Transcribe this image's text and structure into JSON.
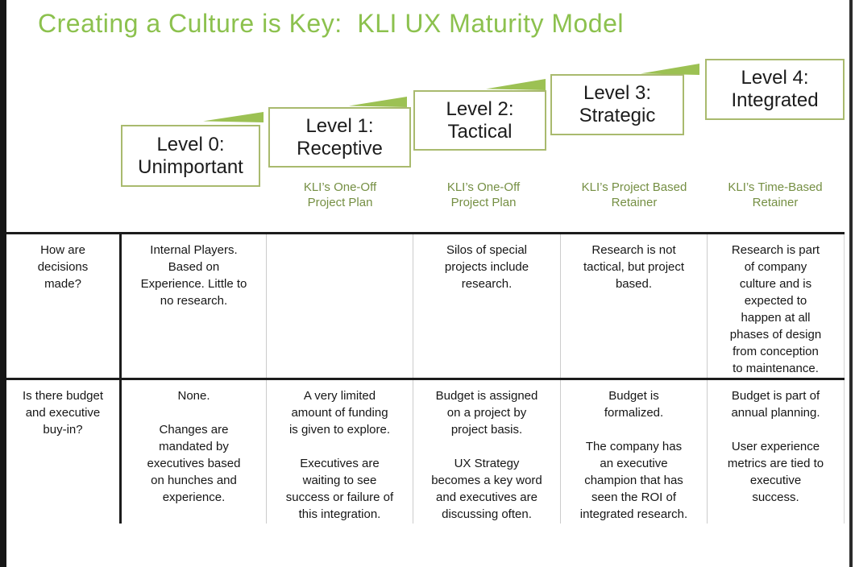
{
  "title": {
    "text": "Creating a Culture is Key:  KLI UX Maturity Model",
    "color": "#8cc14e"
  },
  "colors": {
    "title_green": "#8cc14e",
    "box_border_olive": "#a9ba6e",
    "wedge_green": "#9cc153",
    "subtitle_green": "#758f43",
    "heavy_line": "#1c1c1c",
    "light_line": "#cccccc",
    "body_text": "#161616",
    "background": "#ffffff"
  },
  "levels": [
    {
      "name": "Level 0:\nUnimportant",
      "subtitle": ""
    },
    {
      "name": "Level 1:\nReceptive",
      "subtitle": "KLI’s One-Off\nProject Plan"
    },
    {
      "name": "Level 2:\nTactical",
      "subtitle": "KLI’s One-Off\nProject Plan"
    },
    {
      "name": "Level 3:\nStrategic",
      "subtitle": "KLI’s Project Based\nRetainer"
    },
    {
      "name": "Level 4:\nIntegrated",
      "subtitle": "KLI’s Time-Based\nRetainer"
    }
  ],
  "table": {
    "rows": [
      {
        "question": "How are\ndecisions\nmade?",
        "cells": [
          "Internal Players.\nBased on\nExperience. Little to\nno research.",
          "",
          "Silos of special\nprojects include\nresearch.",
          "Research is not\ntactical, but project\nbased.",
          "Research is part\nof company\nculture and is\nexpected to\nhappen at all\nphases of design\nfrom conception\nto maintenance."
        ]
      },
      {
        "question": "Is there budget\nand executive\nbuy-in?",
        "cells": [
          "None.\n\nChanges are\nmandated by\nexecutives based\non hunches and\nexperience.",
          "A very limited\namount of funding\nis given to explore.\n\nExecutives are\nwaiting to see\nsuccess or failure of\nthis integration.",
          "Budget is assigned\non a  project by\nproject basis.\n\nUX Strategy\nbecomes a key word\nand executives are\ndiscussing often.",
          "Budget is\nformalized.\n\nThe company has\nan executive\nchampion that has\nseen the ROI of\nintegrated research.",
          "Budget is part of\nannual planning.\n\nUser experience\nmetrics are tied to\nexecutive\nsuccess."
        ]
      }
    ]
  }
}
